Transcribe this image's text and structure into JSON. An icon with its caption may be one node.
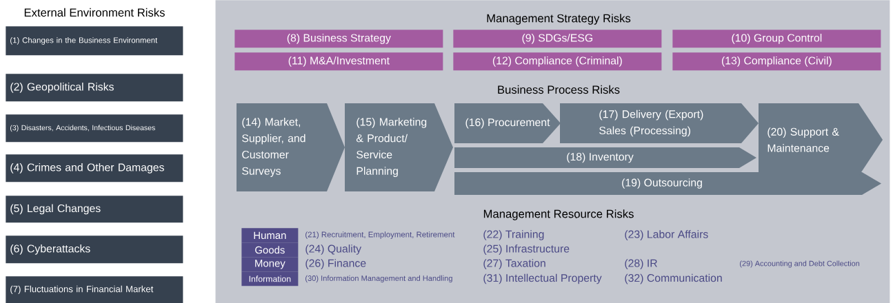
{
  "diagram": {
    "nodes": [
      {
        "text": [
          "(1) Changes in the Business Environment"
        ]
      },
      {
        "text": [
          "(2) Geopolitical Risks"
        ]
      },
      {
        "text": [
          "(3) Disasters, Accidents, Infectious Diseases"
        ]
      },
      {
        "text": [
          "(4) Crimes and Other Damages"
        ]
      },
      {
        "text": [
          "(5) Legal Changes"
        ]
      },
      {
        "text": [
          "(6) Cyberattacks"
        ]
      },
      {
        "text": [
          "(7) Fluctuations in Financial Market"
        ]
      },
      {
        "text": [
          "Management Strategy Risks",
          "Business Process Risks",
          "Management Resource Risks"
        ]
      },
      {
        "text": [
          "(8) Business Strategy"
        ],
        "in": 7
      },
      {
        "text": [
          "(9) SDGs/ESG"
        ],
        "in": 7
      },
      {
        "text": [
          "(10) Group Control"
        ],
        "in": 7
      },
      {
        "text": [
          "(11) M&A/Investment"
        ],
        "in": 7
      },
      {
        "text": [
          "(12) Compliance (Criminal)"
        ],
        "in": 7
      },
      {
        "text": [
          "(13) Compliance (Civil)"
        ],
        "in": 7
      },
      {
        "text": [
          "(14) Market, Supplier, and Customer Surveys"
        ],
        "in": 7
      },
      {
        "text": [
          "(15) Marketing & Product/ Service Planning"
        ],
        "in": 7
      },
      {
        "text": [
          "(16) Procurement"
        ],
        "in": 7
      },
      {
        "text": [
          "(17) Delivery (Export) Sales (Processing)"
        ],
        "in": 7
      },
      {
        "text": [
          "(18) Inventory"
        ],
        "in": 7
      },
      {
        "text": [
          "(19) Outsourcing"
        ],
        "in": 7
      },
      {
        "text": [
          "(20) Support & Maintenance"
        ],
        "in": 7
      },
      {
        "text": [
          "Human"
        ],
        "in": 7
      },
      {
        "text": [
          "Goods"
        ],
        "in": 7
      },
      {
        "text": [
          "Money"
        ],
        "in": 7
      },
      {
        "text": [
          "Information"
        ],
        "in": 7
      }
    ],
    "labels": [
      "External Environment Risks",
      "(21) Recruitment, Employment, Retirement",
      "(22) Training",
      "(23) Labor Affairs",
      "(24) Quality",
      "(25) Infrastructure",
      "(26) Finance",
      "(27) Taxation",
      "(28) IR",
      "(29) Accounting and Debt Collection",
      "(30) Information Management and Handling",
      "(31) Intellectual Property",
      "(32) Communication"
    ]
  }
}
